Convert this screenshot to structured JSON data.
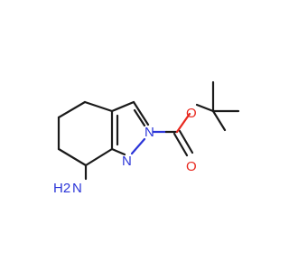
{
  "molecule": {
    "atoms": {
      "n_ring": "N",
      "n_ring_2": "N",
      "o_carbonyl": "O",
      "o_ester": "O",
      "amine_n": "N",
      "amine_h2": "H2"
    },
    "colors": {
      "bond": "#1a1a1a",
      "nitrogen": "#2b35d8",
      "oxygen": "#e8281e",
      "background": "#ffffff"
    }
  }
}
